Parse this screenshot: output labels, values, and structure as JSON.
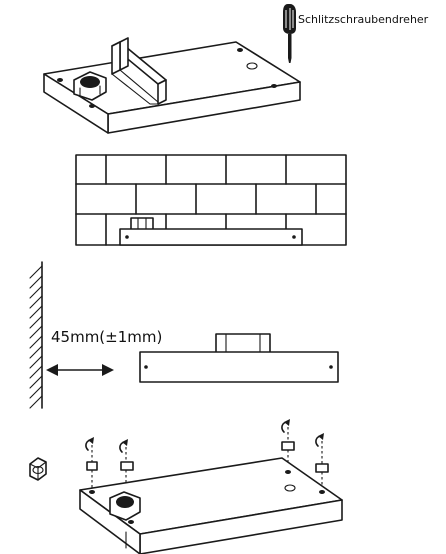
{
  "labels": {
    "tool_name": "Schlitzschraubendreher",
    "distance": "45mm(±1mm)"
  },
  "icons": {
    "screwdriver": "screwdriver-icon",
    "nut": "hex-nut-icon",
    "rotation": "rotate-arrow-icon",
    "double_arrow": "double-arrow-icon",
    "wall": "wall-hatch"
  }
}
